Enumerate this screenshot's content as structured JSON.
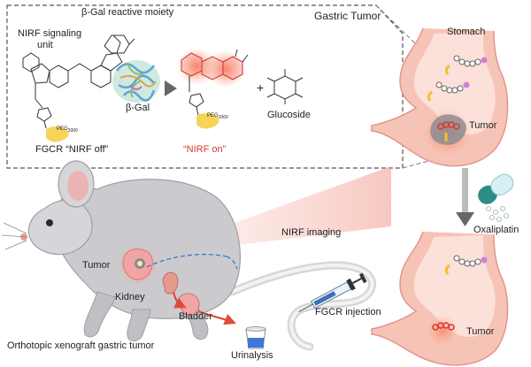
{
  "panel": {
    "title": "Gastric Tumor",
    "reactive_moiety": "β-Gal reactive moiety",
    "signaling_unit_line1": "NIRF signaling",
    "signaling_unit_line2": "unit",
    "probe_off": "FGCR “NIRF off”",
    "enzyme": "β-Gal",
    "probe_on": "“NIRF on”",
    "plus": "+",
    "byproduct": "Glucoside",
    "peg_tag": "PEG",
    "peg_sub": "2000"
  },
  "stomach_top": {
    "label": "Stomach",
    "tumor": "Tumor"
  },
  "stomach_bottom": {
    "tumor": "Tumor"
  },
  "drug": {
    "label": "Oxaliplatin"
  },
  "mouse": {
    "tumor": "Tumor",
    "kidney": "Kidney",
    "bladder": "Bladder",
    "caption": "Orthotopic xenograft gastric tumor"
  },
  "imaging": {
    "label": "NIRF imaging"
  },
  "injection": {
    "label": "FGCR injection"
  },
  "urinalysis": {
    "label": "Urinalysis"
  },
  "colors": {
    "accent_red": "#d9362b",
    "probe_yellow": "#f2c12e",
    "stomach_pink": "#f3b7a9",
    "mouse_gray": "#c9c9cc"
  }
}
